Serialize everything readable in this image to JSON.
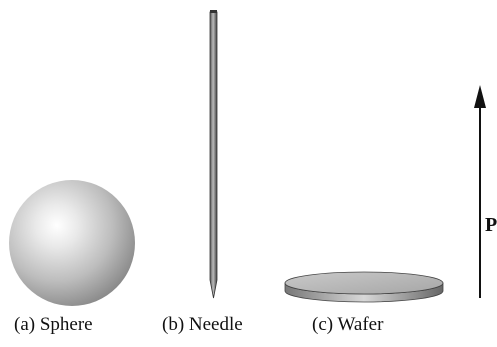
{
  "figure": {
    "captions": {
      "sphere": "(a) Sphere",
      "needle": "(b) Needle",
      "wafer": "(c) Wafer"
    },
    "arrow_label": "P"
  }
}
